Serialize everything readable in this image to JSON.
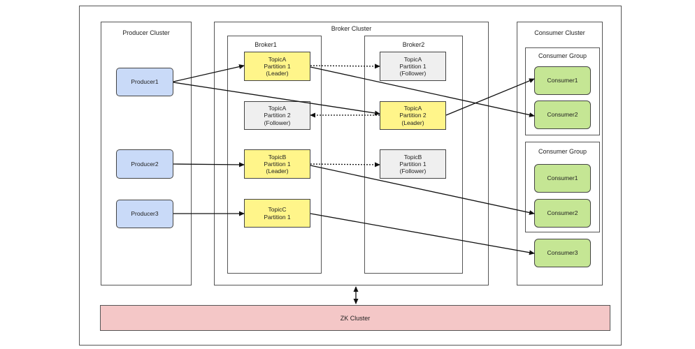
{
  "clusters": {
    "producer": "Producer Cluster",
    "broker": "Broker Cluster",
    "consumer": "Consumer Cluster",
    "zk": "ZK Cluster"
  },
  "brokers": [
    {
      "name": "Broker1",
      "partitions": [
        {
          "label": "TopicA\nPartition 1\n(Leader)",
          "role": "leader"
        },
        {
          "label": "TopicA\nPartition 2\n(Follower)",
          "role": "follower"
        },
        {
          "label": "TopicB\nPartition 1\n(Leader)",
          "role": "leader"
        },
        {
          "label": "TopicC\nPartition 1",
          "role": "leader"
        }
      ]
    },
    {
      "name": "Broker2",
      "partitions": [
        {
          "label": "TopicA\nPartition 1\n(Follower)",
          "role": "follower"
        },
        {
          "label": "TopicA\nPartition 2\n(Leader)",
          "role": "leader"
        },
        {
          "label": "TopicB\nPartition 1\n(Follower)",
          "role": "follower"
        }
      ]
    }
  ],
  "producers": [
    "Producer1",
    "Producer2",
    "Producer3"
  ],
  "consumer_groups": [
    {
      "title": "Consumer Group",
      "consumers": [
        "Consumer1",
        "Consumer2"
      ]
    },
    {
      "title": "Consumer Group",
      "consumers": [
        "Consumer1",
        "Consumer2"
      ]
    }
  ],
  "standalone_consumer": "Consumer3",
  "colors": {
    "producer": "#c9daf8",
    "consumer": "#c5e694",
    "leader": "#fff58a",
    "follower": "#efefef",
    "zk": "#f4c7c7"
  }
}
